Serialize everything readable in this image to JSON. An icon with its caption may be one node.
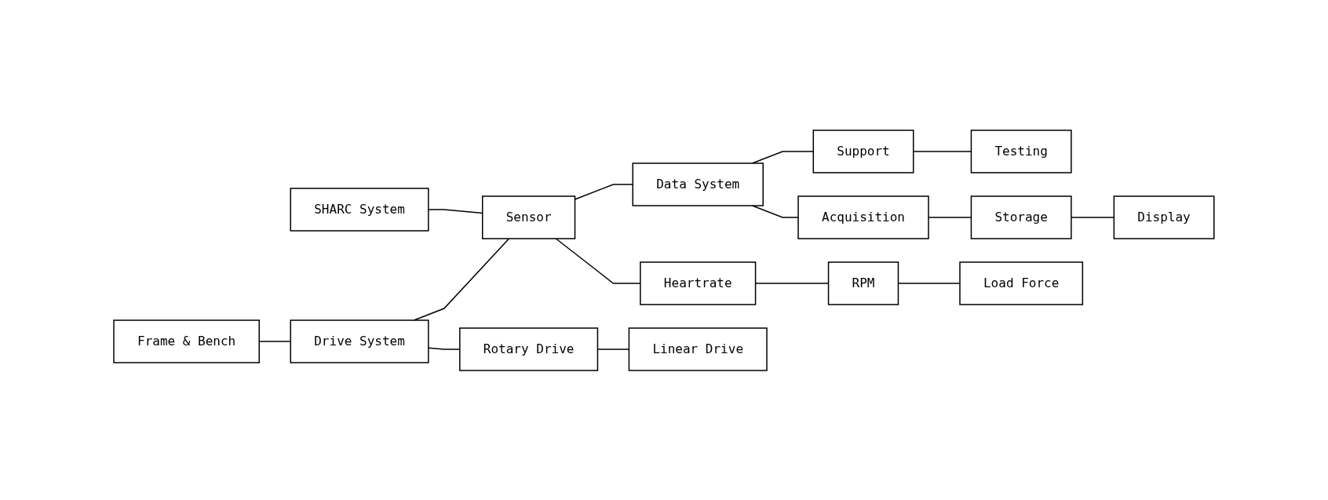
{
  "diagram": {
    "nodes": [
      {
        "text": [
          "SHARC System"
        ]
      },
      {
        "text": [
          "Frame & Bench"
        ]
      },
      {
        "text": [
          "Drive System"
        ]
      },
      {
        "text": [
          "Sensor"
        ]
      },
      {
        "text": [
          "Data System"
        ]
      },
      {
        "text": [
          "Support"
        ]
      },
      {
        "text": [
          "Rotary Drive"
        ]
      },
      {
        "text": [
          "Heartrate"
        ]
      },
      {
        "text": [
          "Acquisition"
        ]
      },
      {
        "text": [
          "Testing"
        ]
      },
      {
        "text": [
          "Linear Drive"
        ]
      },
      {
        "text": [
          "RPM"
        ]
      },
      {
        "text": [
          "Storage"
        ]
      },
      {
        "text": [
          "Load Force"
        ]
      },
      {
        "text": [
          "Display"
        ]
      }
    ],
    "edges": [
      {
        "from": 0,
        "to": 3,
        "arrow": "none"
      },
      {
        "from": 1,
        "to": 2,
        "arrow": "none"
      },
      {
        "from": 2,
        "to": 3,
        "arrow": "none"
      },
      {
        "from": 3,
        "to": 4,
        "arrow": "none"
      },
      {
        "from": 4,
        "to": 5,
        "arrow": "none"
      },
      {
        "from": 2,
        "to": 6,
        "arrow": "none"
      },
      {
        "from": 6,
        "to": 10,
        "arrow": "none"
      },
      {
        "from": 3,
        "to": 7,
        "arrow": "none"
      },
      {
        "from": 7,
        "to": 11,
        "arrow": "none"
      },
      {
        "from": 11,
        "to": 13,
        "arrow": "none"
      },
      {
        "from": 4,
        "to": 8,
        "arrow": "none"
      },
      {
        "from": 8,
        "to": 12,
        "arrow": "none"
      },
      {
        "from": 12,
        "to": 14,
        "arrow": "none"
      },
      {
        "from": 5,
        "to": 9,
        "arrow": "none"
      }
    ]
  }
}
